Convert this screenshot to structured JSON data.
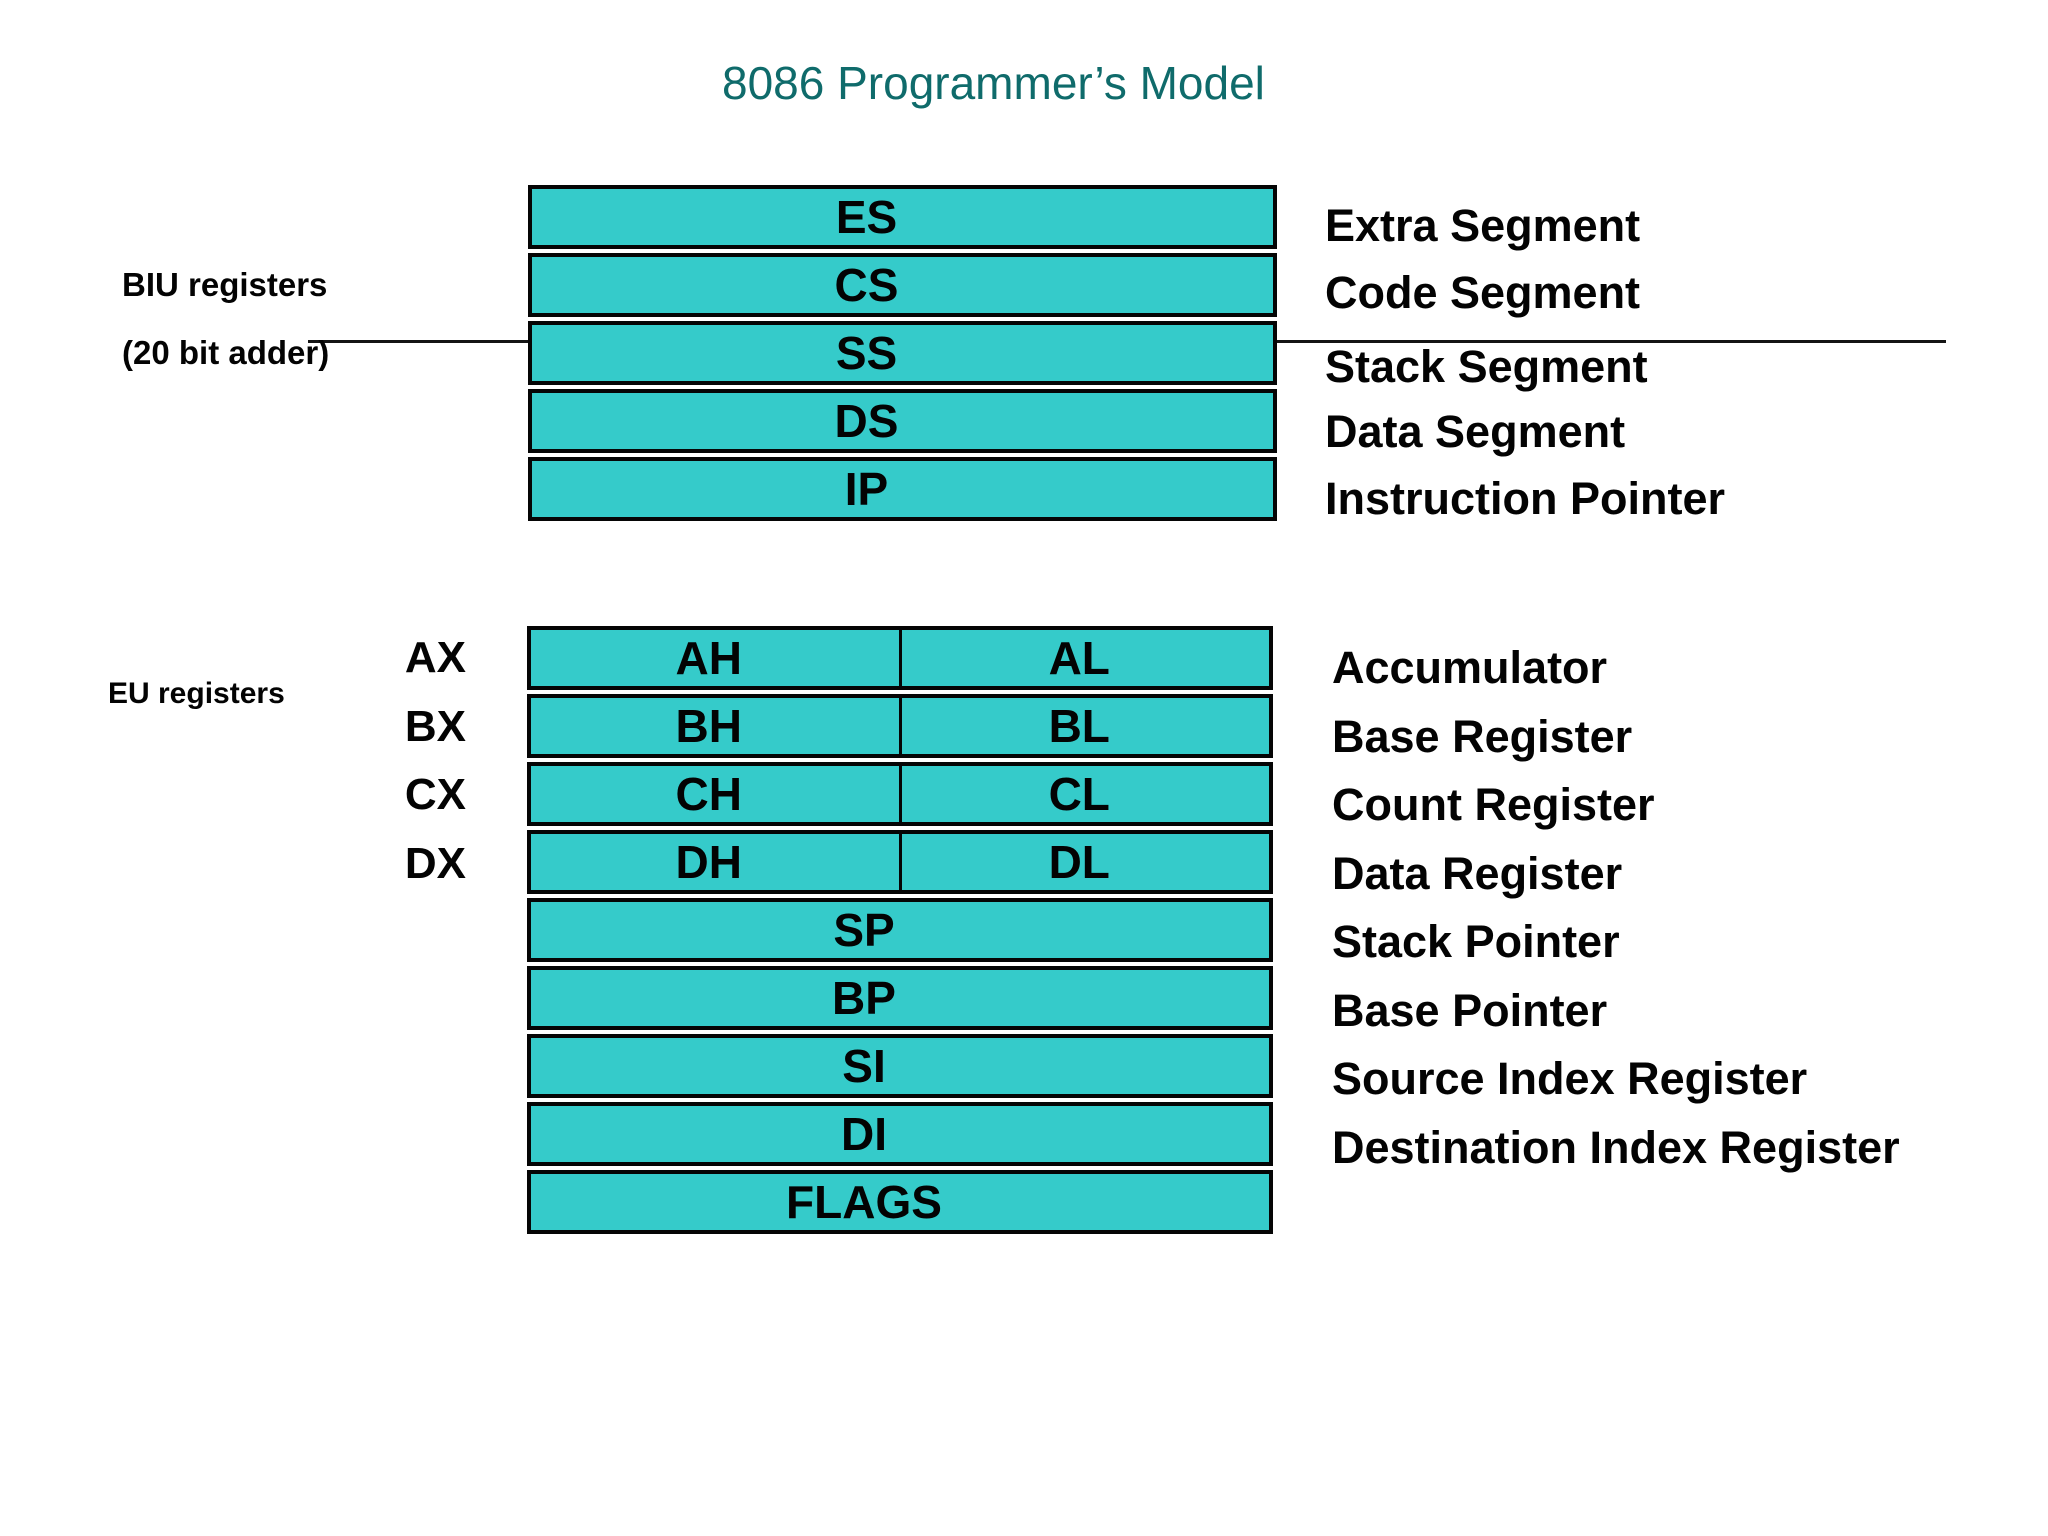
{
  "title": {
    "text": "8086 Programmer’s Model",
    "color": "#0f6b6b"
  },
  "colors": {
    "box_fill": "#35cbca",
    "box_border": "#050505",
    "divider_line": "#141414",
    "text": "#030303",
    "background": "#ffffff"
  },
  "biu": {
    "side_label_line1": "BIU registers",
    "side_label_line2": "(20 bit adder)",
    "rows": [
      {
        "label": "ES",
        "description": "Extra Segment"
      },
      {
        "label": "CS",
        "description": "Code Segment"
      },
      {
        "label": "SS",
        "description": "Stack Segment"
      },
      {
        "label": "DS",
        "description": "Data Segment"
      },
      {
        "label": "IP",
        "description": "Instruction Pointer"
      }
    ]
  },
  "eu": {
    "side_label": "EU registers",
    "pair_rows": [
      {
        "name": "AX",
        "high": "AH",
        "low": "AL",
        "description": "Accumulator"
      },
      {
        "name": "BX",
        "high": "BH",
        "low": "BL",
        "description": "Base Register"
      },
      {
        "name": "CX",
        "high": "CH",
        "low": "CL",
        "description": "Count Register"
      },
      {
        "name": "DX",
        "high": "DH",
        "low": "DL",
        "description": "Data Register"
      }
    ],
    "single_rows": [
      {
        "label": "SP",
        "description": "Stack Pointer"
      },
      {
        "label": "BP",
        "description": "Base Pointer"
      },
      {
        "label": "SI",
        "description": "Source Index Register"
      },
      {
        "label": "DI",
        "description": "Destination Index Register"
      },
      {
        "label": "FLAGS",
        "description": ""
      }
    ]
  }
}
